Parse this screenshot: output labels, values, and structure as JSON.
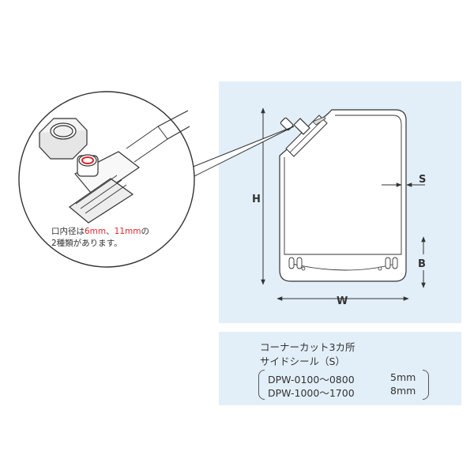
{
  "dimension_labels": {
    "height": "H",
    "width": "W",
    "side_seal": "S",
    "bottom": "B"
  },
  "inset_note": {
    "line1_prefix": "口内径は",
    "size_a": "6mm",
    "separator": "、",
    "size_b": "11mm",
    "line1_suffix": "の",
    "line2": "2種類があります。"
  },
  "caption": {
    "line1": "コーナーカット3カ所",
    "line2": "サイドシール（S）",
    "models": [
      {
        "range": "DPW-0100〜0800",
        "size": "5mm"
      },
      {
        "range": "DPW-1000〜1700",
        "size": "8mm"
      }
    ]
  },
  "colors": {
    "panel_bg": "#e3eff8",
    "accent_red": "#e0262a",
    "text": "#333333"
  }
}
